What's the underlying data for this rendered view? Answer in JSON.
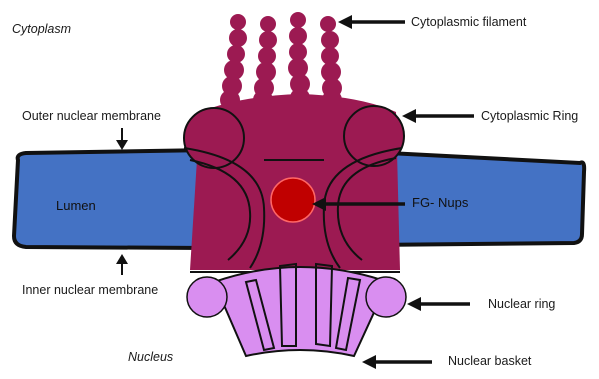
{
  "labels": {
    "cytoplasm": "Cytoplasm",
    "nucleus": "Nucleus",
    "lumen": "Lumen",
    "outer_membrane": "Outer nuclear membrane",
    "inner_membrane": "Inner nuclear membrane",
    "cytoplasmic_filament": "Cytoplasmic filament",
    "cytoplasmic_ring": "Cytoplasmic Ring",
    "fg_nups": "FG- Nups",
    "nuclear_ring": "Nuclear ring",
    "nuclear_basket": "Nuclear basket"
  },
  "colors": {
    "membrane_blue": "#4472c4",
    "pore_maroon": "#9c1a52",
    "fg_red": "#c00000",
    "basket_violet": "#d98ef0",
    "outline": "#111111"
  }
}
